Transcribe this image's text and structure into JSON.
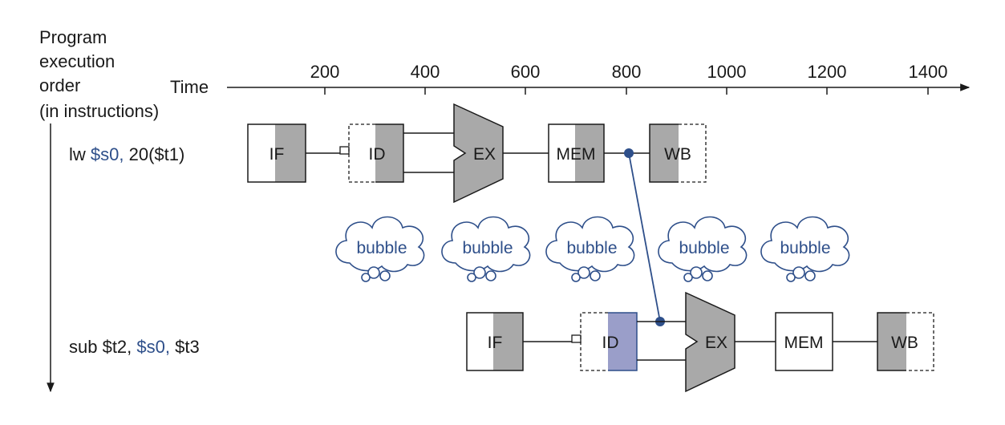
{
  "axis": {
    "order_label_lines": [
      "Program",
      "execution",
      "order",
      "(in instructions)"
    ],
    "time_label": "Time",
    "ticks": [
      "200",
      "400",
      "600",
      "800",
      "1000",
      "1200",
      "1400"
    ]
  },
  "instructions": [
    {
      "prefix": "lw ",
      "highlight": "$s0,",
      "suffix": " 20($t1)",
      "stages": {
        "if": "IF",
        "id": "ID",
        "ex": "EX",
        "mem": "MEM",
        "wb": "WB"
      }
    },
    {
      "prefix": "sub $t2, ",
      "highlight": "$s0,",
      "suffix": " $t3",
      "stages": {
        "if": "IF",
        "id": "ID",
        "ex": "EX",
        "mem": "MEM",
        "wb": "WB"
      }
    }
  ],
  "bubbles": [
    "bubble",
    "bubble",
    "bubble",
    "bubble",
    "bubble"
  ],
  "colors": {
    "stage_shade": "#a9a9a9",
    "id_highlight": "#9a9ec9",
    "accent_blue": "#2e4f8a"
  }
}
